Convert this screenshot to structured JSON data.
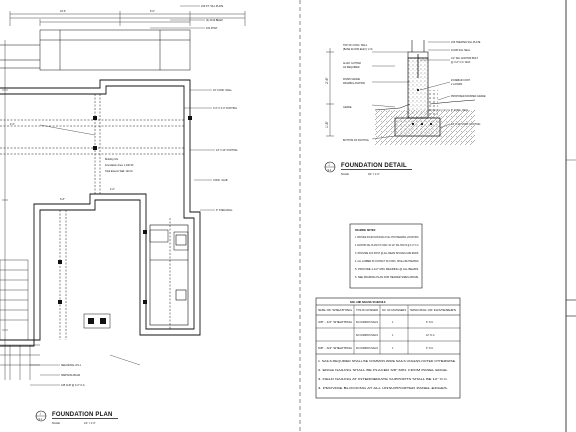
{
  "plan": {
    "title": "FOUNDATION PLAN",
    "scale": "1/4\" = 1'-0\"",
    "marker": "1",
    "sheet_ref": "S-1",
    "dims": {
      "top_a": "10'-0\"",
      "top_b": "6'-0\"",
      "mid_a": "4'-0\"",
      "mid_b": "6'-8\"",
      "mid_c": "4'-0\""
    },
    "callouts": [
      "2X6 P.T. SILL PLATE",
      "(3) 2X10 BEAM",
      "4X4 POST",
      "16\" CONC. WALL",
      "3'-0\" X 3'-0\" FOOTING",
      "24\" X 10\" FOOTING",
      "CONC. SLAB",
      "6\" STEM WALL",
      "SEE DETAIL 2/S-1",
      "SIMPSON ABU44",
      "A35 CLIP @ 4'-0\" O.C."
    ],
    "notes_block": [
      "Building Info",
      "Foundation Area: 1,100 SF",
      "Total Exterior Wall: 140 LF"
    ]
  },
  "detail": {
    "title": "FOUNDATION DETAIL",
    "scale": "3/4\" = 1'-0\"",
    "marker": "2",
    "sheet_ref": "S-1",
    "dims": {
      "upper": "2'-6\"",
      "lower": "1'-8\""
    },
    "labels_left": [
      "TOP OF CONC. WALL",
      "(BASE FLOOD ELEV.) V.I.F.",
      "ALUM. GUTTER",
      "AS REQUIRED",
      "FINISH GRADE",
      "FRAMING ANCHOR",
      "BOTTOM OF FOOTING"
    ],
    "labels_right": [
      "2X6 TREATED SILL PLATE",
      "FOAM SILL SEAL",
      "1/2\" DIA. ANCHOR BOLT",
      "@ 4'-0\" O.C. MAX.",
      "#4 REBAR CONT.",
      "2 LAYERS",
      "PROPOSED FINISHED GRADE",
      "8\" CONC. WALL",
      "24\" X 10\" CONT. FOOTING"
    ],
    "grade_label": "GRADE"
  },
  "framing_notes": {
    "title": "FRAMING NOTES:",
    "items": [
      "1. PROVIDE SOLID BLOCKING AT ALL POST BEARING LOCATIONS.",
      "2. ANCHOR SILL PLATE TO CONC. W/ 1/2\" DIA. BOLTS @ 4'-0\" O.C.",
      "3. PROVIDE 4X4 POST @ ALL BEAM SPLICES AND ENDS.",
      "4. ALL LUMBER IN CONTACT W/ CONC. SHALL BE TREATED.",
      "5. PROVIDE 1-1/2\" MIN. BEARING @ ALL BEAMS.",
      "6. SEE FRAMING PLAN FOR HEADER SIZES ABOVE."
    ]
  },
  "nailing": {
    "title": "NAIL AND NAILING SCHEDULE",
    "headers": [
      "SIZE OF SHEATHING",
      "TYPE OF FASTENERS",
      "NO. OF FASTENERS",
      "SPACING OF FASTENERS"
    ],
    "rows": [
      [
        "3/8\" - 1/2\" SHEATHING",
        "8d COMMON NAILS",
        "1",
        "6\" O.C."
      ],
      [
        "",
        "8d COMMON NAILS",
        "1",
        "12\" O.C."
      ],
      [
        "5/8\" - 3/4\" SHEATHING",
        "8d COMMON NAILS",
        "1",
        "6\" O.C."
      ]
    ],
    "notes": [
      "1. NAILS REQUIRED SHALL BE COMMON WIRE NAILS UNLESS NOTED OTHERWISE.",
      "2. EDGE NAILING SHALL BE PLACED 3/8\" MIN. FROM PANEL EDGE.",
      "3. FIELD NAILING AT INTERMEDIATE SUPPORTS SHALL BE 12\" O.C.",
      "4. PROVIDE BLOCKING AT ALL UNSUPPORTED PANEL EDGES."
    ]
  },
  "colors": {
    "line": "#111111",
    "hatch": "#666666",
    "paper": "#ffffff"
  }
}
